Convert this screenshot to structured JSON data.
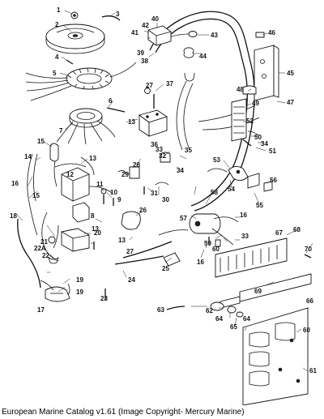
{
  "caption": "European Marine Catalog v1.61 (Image Copyright- Mercury Marine)",
  "callouts": [
    "1",
    "2",
    "3",
    "4",
    "5",
    "6",
    "7",
    "8",
    "9",
    "10",
    "11",
    "12",
    "13",
    "13",
    "13",
    "13",
    "14",
    "15",
    "15",
    "16",
    "16",
    "16",
    "17",
    "18",
    "19",
    "19",
    "20",
    "21",
    "22",
    "22A",
    "23",
    "24",
    "25",
    "26",
    "27",
    "27",
    "28",
    "29",
    "30",
    "31",
    "32",
    "33",
    "33",
    "34",
    "34",
    "35",
    "36",
    "37",
    "38",
    "39",
    "40",
    "41",
    "42",
    "43",
    "44",
    "45",
    "46",
    "47",
    "48",
    "49",
    "50",
    "51",
    "52",
    "53",
    "54",
    "55",
    "56",
    "57",
    "58",
    "59",
    "60",
    "60",
    "61",
    "62",
    "63",
    "64",
    "64",
    "65",
    "66",
    "67",
    "68",
    "69",
    "70"
  ]
}
